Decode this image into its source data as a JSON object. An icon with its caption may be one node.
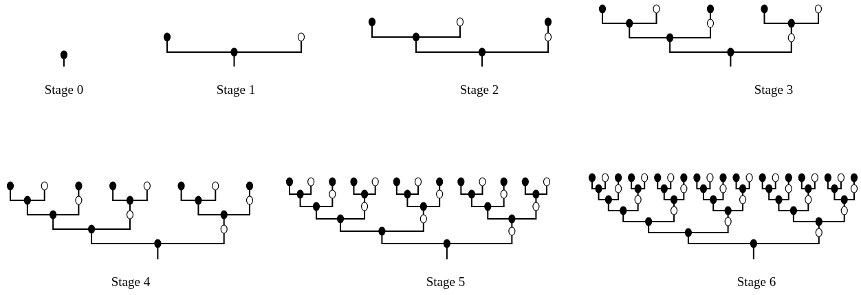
{
  "diagram": {
    "labels": [
      "Stage 0",
      "Stage 1",
      "Stage 2",
      "Stage 3",
      "Stage 4",
      "Stage 5",
      "Stage 6"
    ]
  }
}
